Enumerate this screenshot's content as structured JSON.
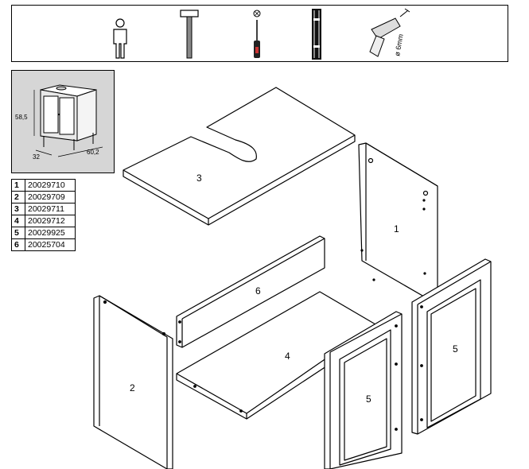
{
  "tools": [
    {
      "name": "person-icon"
    },
    {
      "name": "hammer-icon"
    },
    {
      "name": "screwdriver-icon"
    },
    {
      "name": "clamp-icon"
    },
    {
      "name": "drill-icon",
      "label": "ø 6mm"
    }
  ],
  "preview": {
    "height_label": "58,5",
    "depth_label": "32",
    "width_label": "60,2"
  },
  "parts_table": [
    {
      "num": "1",
      "code": "20029710"
    },
    {
      "num": "2",
      "code": "20029709"
    },
    {
      "num": "3",
      "code": "20029711"
    },
    {
      "num": "4",
      "code": "20029712"
    },
    {
      "num": "5",
      "code": "20029925"
    },
    {
      "num": "6",
      "code": "20025704"
    }
  ],
  "part_labels": {
    "p1": "1",
    "p2": "2",
    "p3": "3",
    "p4": "4",
    "p5a": "5",
    "p5b": "5",
    "p6": "6"
  }
}
